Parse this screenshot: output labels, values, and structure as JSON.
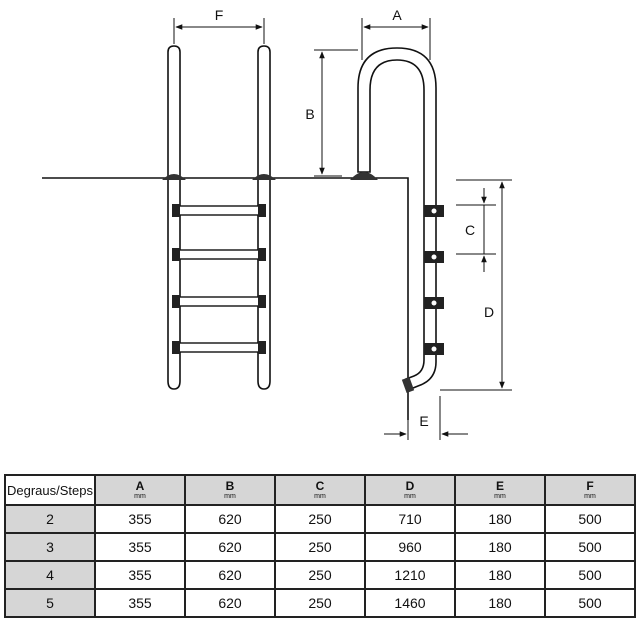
{
  "diagram": {
    "labels": {
      "a": "A",
      "b": "B",
      "c": "C",
      "d": "D",
      "e": "E",
      "f": "F"
    }
  },
  "table": {
    "header": "Degraus/Steps",
    "columns": [
      {
        "name": "A",
        "unit": "mm"
      },
      {
        "name": "B",
        "unit": "mm"
      },
      {
        "name": "C",
        "unit": "mm"
      },
      {
        "name": "D",
        "unit": "mm"
      },
      {
        "name": "E",
        "unit": "mm"
      },
      {
        "name": "F",
        "unit": "mm"
      }
    ],
    "rows": [
      {
        "steps": "2",
        "values": [
          "355",
          "620",
          "250",
          "710",
          "180",
          "500"
        ]
      },
      {
        "steps": "3",
        "values": [
          "355",
          "620",
          "250",
          "960",
          "180",
          "500"
        ]
      },
      {
        "steps": "4",
        "values": [
          "355",
          "620",
          "250",
          "1210",
          "180",
          "500"
        ]
      },
      {
        "steps": "5",
        "values": [
          "355",
          "620",
          "250",
          "1460",
          "180",
          "500"
        ]
      }
    ]
  }
}
